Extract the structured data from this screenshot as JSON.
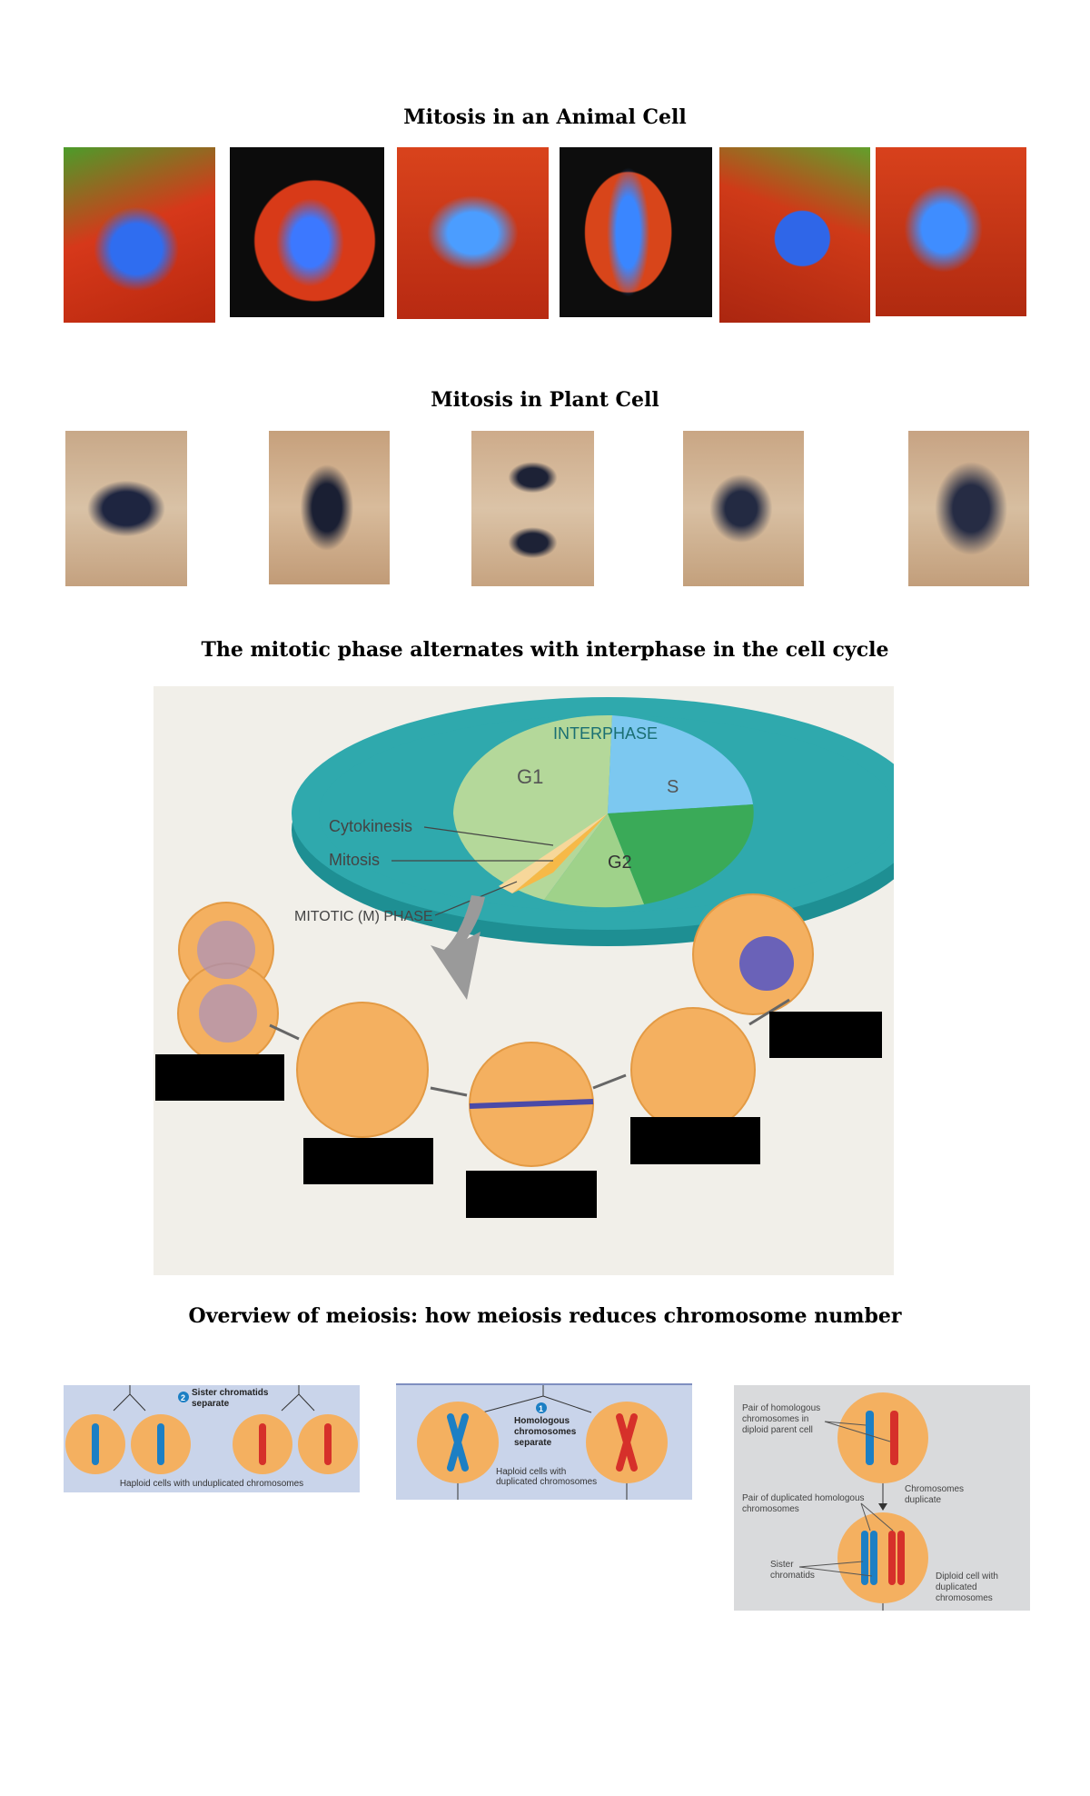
{
  "headings": {
    "animal": "Mitosis in an Animal Cell",
    "plant": "Mitosis in Plant Cell",
    "cycle": "The mitotic phase alternates with interphase in the cell cycle",
    "meiosis": "Overview of meiosis: how meiosis reduces chromosome number"
  },
  "cycle": {
    "interphase": "INTERPHASE",
    "g1": "G1",
    "s": "S",
    "g2": "G2",
    "cytokinesis": "Cytokinesis",
    "mitosis": "Mitosis",
    "mphase": "MITOTIC (M) PHASE"
  },
  "meiosis": {
    "p1": {
      "step": "2",
      "title": "Sister chromatids separate",
      "caption": "Haploid cells with unduplicated chromosomes"
    },
    "p2": {
      "step": "1",
      "title": "Homologous chromosomes separate",
      "caption": "Haploid cells with duplicated chromosomes"
    },
    "p3": {
      "pair": "Pair of homologous chromosomes in diploid parent cell",
      "dup": "Chromosomes duplicate",
      "pairdup": "Pair of duplicated homologous chromosomes",
      "sister": "Sister chromatids",
      "diploid": "Diploid cell with duplicated chromosomes"
    }
  },
  "colors": {
    "blue_chrom": "#1c7fc4",
    "red_chrom": "#d6302a",
    "cell_orange": "#f4b060",
    "panel_bg": "#c9d4ea",
    "teal": "#2ea5a8"
  }
}
